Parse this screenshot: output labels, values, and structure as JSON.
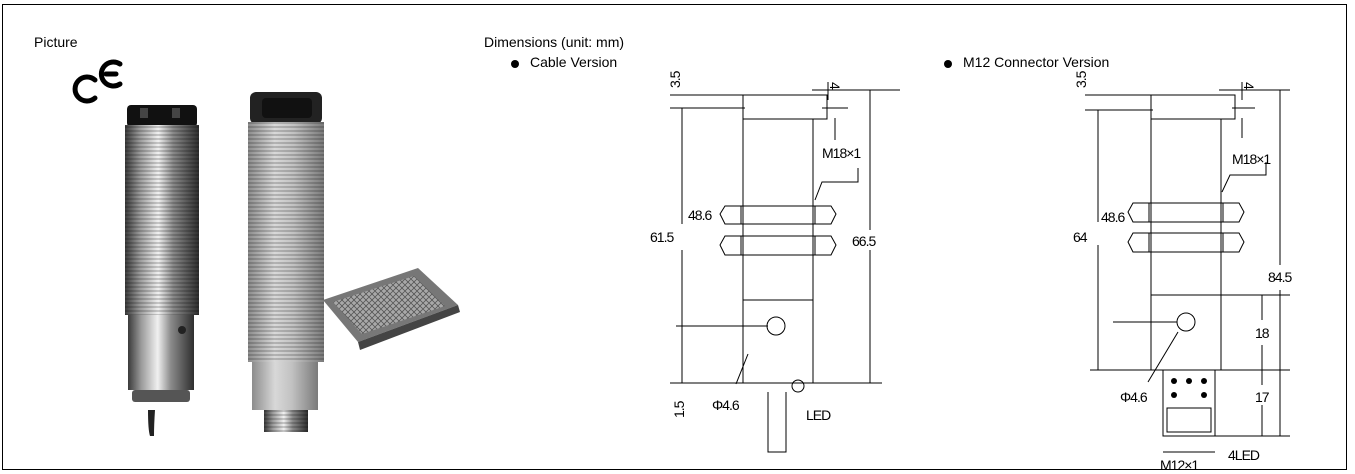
{
  "left_panel": {
    "heading": "Picture"
  },
  "dimensions": {
    "heading": "Dimensions (unit: mm)"
  },
  "cable_version": {
    "title": "Cable Version",
    "labels": {
      "top_offset": "3.5",
      "top_width": "4",
      "thread": "M18×1",
      "body_len": "48.6",
      "total_left": "61.5",
      "total_right": "66.5",
      "bottom_offset": "1.5",
      "hole_dia": "Φ4.6",
      "led": "LED"
    }
  },
  "m12_version": {
    "title": "M12 Connector Version",
    "labels": {
      "top_offset": "3.5",
      "top_width": "4",
      "thread": "M18×1",
      "body_len": "48.6",
      "total_left": "64",
      "total_right": "84.5",
      "lower_len": "18",
      "connector_len": "17",
      "hole_dia": "Φ4.6",
      "connector_thread": "M12×1",
      "led": "4LED"
    }
  }
}
